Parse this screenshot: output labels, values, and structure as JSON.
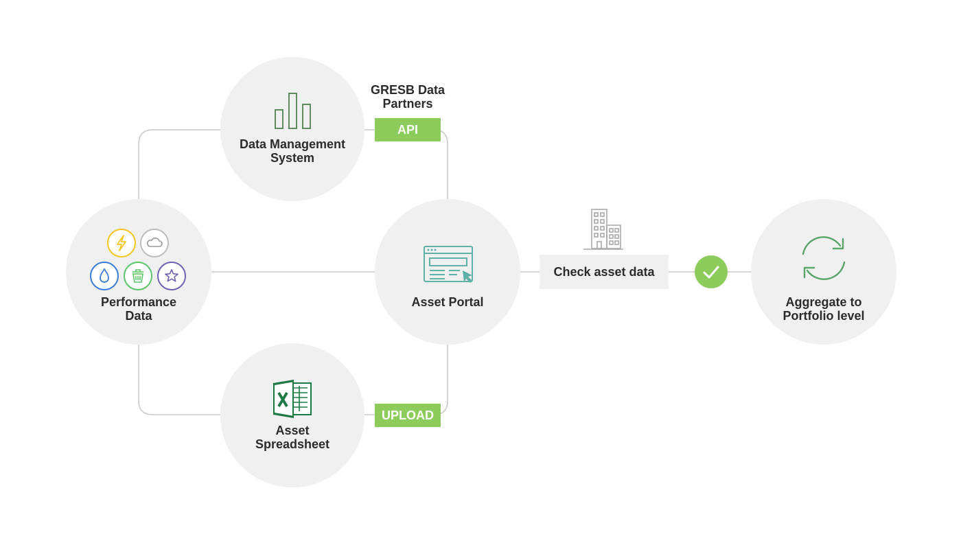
{
  "nodes": {
    "performance_data": {
      "label_line1": "Performance",
      "label_line2": "Data"
    },
    "data_management": {
      "label_line1": "Data Management",
      "label_line2": "System"
    },
    "asset_portal": {
      "label": "Asset Portal"
    },
    "asset_spreadsheet": {
      "label_line1": "Asset",
      "label_line2": "Spreadsheet"
    },
    "aggregate": {
      "label_line1": "Aggregate to",
      "label_line2": "Portfolio level"
    }
  },
  "partners": {
    "line1": "GRESB Data",
    "line2": "Partners"
  },
  "tags": {
    "api": "API",
    "upload": "UPLOAD"
  },
  "check": {
    "label": "Check asset data"
  },
  "colors": {
    "circle": "#f0f0f0",
    "accent_green": "#8ccb5c",
    "line": "#c9c9c9",
    "dark_green": "#1e7a45",
    "teal": "#5fb0a6",
    "energy_yellow": "#f4c61e",
    "water_blue": "#3a7bd5",
    "waste_green": "#5cc46a",
    "cert_purple": "#6b62b0"
  },
  "icons": {
    "performance": [
      "energy-icon",
      "cloud-icon",
      "water-icon",
      "waste-icon",
      "star-icon"
    ],
    "data_management": "bar-chart-icon",
    "asset_portal": "web-portal-icon",
    "spreadsheet": "excel-icon",
    "check_building": "building-icon",
    "check_ok": "check-icon",
    "aggregate": "refresh-icon"
  }
}
